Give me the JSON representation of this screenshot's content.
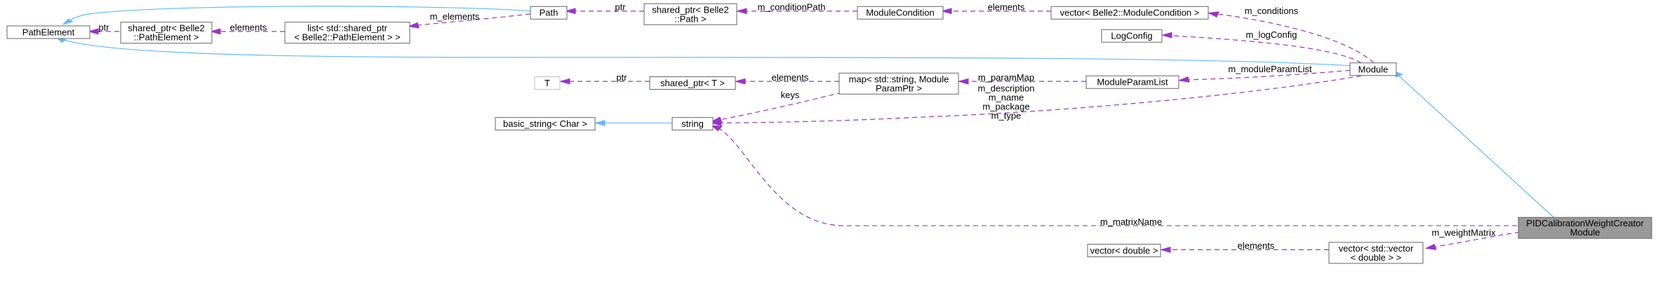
{
  "nodes": {
    "path_element": [
      "PathElement"
    ],
    "shared_ptr_pathelement": [
      "shared_ptr< Belle2",
      "::PathElement >"
    ],
    "list_shared_ptr": [
      "list< std::shared_ptr",
      "< Belle2::PathElement > >"
    ],
    "path": [
      "Path"
    ],
    "shared_ptr_path": [
      "shared_ptr< Belle2",
      "::Path >"
    ],
    "module_condition": [
      "ModuleCondition"
    ],
    "vector_module_condition": [
      "vector< Belle2::ModuleCondition >"
    ],
    "log_config": [
      "LogConfig"
    ],
    "module": [
      "Module"
    ],
    "t": [
      "T"
    ],
    "shared_ptr_t": [
      "shared_ptr< T >"
    ],
    "map_string_param": [
      "map< std::string, Module",
      "ParamPtr >"
    ],
    "module_param_list": [
      "ModuleParamList"
    ],
    "basic_string": [
      "basic_string< Char >"
    ],
    "string": [
      "string"
    ],
    "pid_creator": [
      "PIDCalibrationWeightCreator",
      "Module"
    ],
    "vector_double": [
      "vector< double >"
    ],
    "vector_vector_double": [
      "vector< std::vector",
      "< double > >"
    ]
  },
  "edge_labels": {
    "ptr_pathelement": [
      "ptr"
    ],
    "elements_list": [
      "elements"
    ],
    "m_elements": [
      "m_elements"
    ],
    "ptr_path": [
      "ptr"
    ],
    "m_condition_path": [
      "m_conditionPath"
    ],
    "elements_conditions": [
      "elements"
    ],
    "m_conditions": [
      "m_conditions"
    ],
    "m_log_config": [
      "m_logConfig"
    ],
    "ptr_t": [
      "ptr"
    ],
    "elements_map": [
      "elements"
    ],
    "m_param_map": [
      "m_paramMap"
    ],
    "m_module_param_list": [
      "m_moduleParamList"
    ],
    "keys": [
      "keys"
    ],
    "module_strings": [
      "m_description",
      "m_name",
      "m_package",
      "m_type"
    ],
    "m_matrix_name": [
      "m_matrixName"
    ],
    "m_weight_matrix": [
      "m_weightMatrix"
    ],
    "elements_vector": [
      "elements"
    ]
  }
}
